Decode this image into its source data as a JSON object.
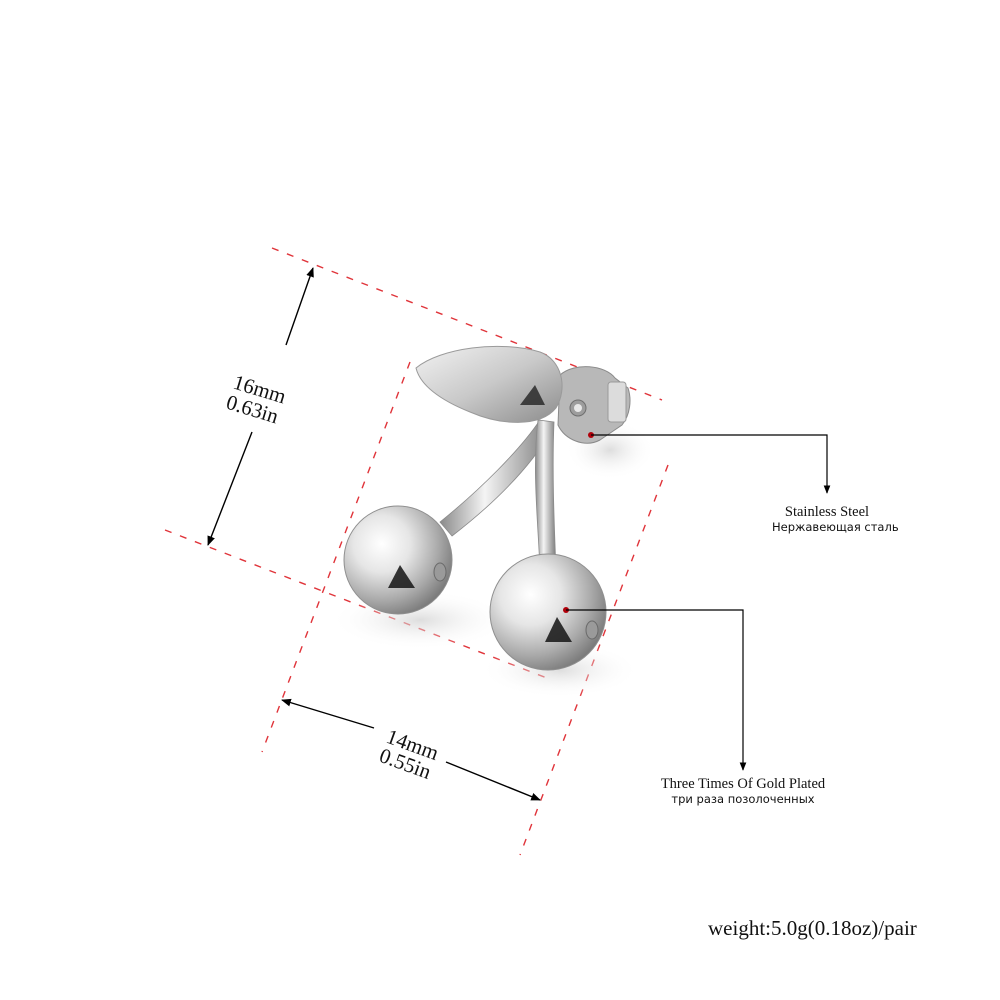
{
  "product": {
    "type": "cherry stud earring",
    "finish_color": "#c8c8c8"
  },
  "dimensions": {
    "height": {
      "mm": "16mm",
      "in": "0.63in"
    },
    "width": {
      "mm": "14mm",
      "in": "0.55in"
    }
  },
  "callouts": [
    {
      "en": "Stainless Steel",
      "ru": "Нержавеющая сталь",
      "points_to": "ear-post-back"
    },
    {
      "en": "Three Times Of Gold Plated",
      "ru": "три раза позолоченных",
      "points_to": "cherry-ball"
    }
  ],
  "weight_label": "weight:5.0g(0.18oz)/pair",
  "colors": {
    "guide_line": "#e0343a",
    "annotation_line": "#000000",
    "callout_dot": "#b0000a",
    "background": "#ffffff"
  }
}
